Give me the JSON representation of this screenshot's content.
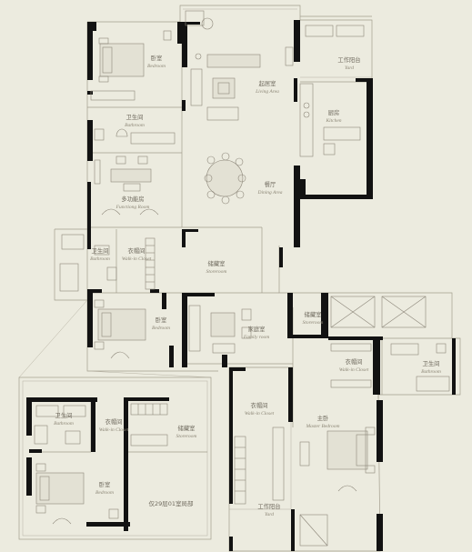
{
  "rooms": {
    "bedroom_nw": {
      "cn": "卧室",
      "en": "Bedroom"
    },
    "bathroom_nw": {
      "cn": "卫生间",
      "en": "Bathroom"
    },
    "living": {
      "cn": "起居室",
      "en": "Living Area"
    },
    "yard_ne": {
      "cn": "工作阳台",
      "en": "Yard"
    },
    "kitchen": {
      "cn": "厨房",
      "en": "Kitchen"
    },
    "dining": {
      "cn": "餐厅",
      "en": "Dining Area"
    },
    "function": {
      "cn": "多功能房",
      "en": "Functiong Room"
    },
    "bathroom_w": {
      "cn": "卫生间",
      "en": "Bathroom"
    },
    "walkin_w": {
      "cn": "衣帽间",
      "en": "Walk-in Closet"
    },
    "storeroom_c": {
      "cn": "储藏室",
      "en": "Storeroom"
    },
    "bedroom_w": {
      "cn": "卧室",
      "en": "Bedroom"
    },
    "family": {
      "cn": "家庭室",
      "en": "Family room"
    },
    "storeroom_e": {
      "cn": "储藏室",
      "en": "Storeroom"
    },
    "walkin_e": {
      "cn": "衣帽间",
      "en": "Walk-in Closet"
    },
    "bathroom_e": {
      "cn": "卫生间",
      "en": "Bathroom"
    },
    "walkin_c": {
      "cn": "衣帽间",
      "en": "Walk-in Closet"
    },
    "master": {
      "cn": "主卧",
      "en": "Master Bedroom"
    },
    "yard_s": {
      "cn": "工作阳台",
      "en": "Yard"
    },
    "inset_bathroom": {
      "cn": "卫生间",
      "en": "Bathroom"
    },
    "inset_walkin": {
      "cn": "衣帽间",
      "en": "Walk-in Closet"
    },
    "inset_storeroom": {
      "cn": "储藏室",
      "en": "Storeroom"
    },
    "inset_bedroom": {
      "cn": "卧室",
      "en": "Bedroom"
    }
  },
  "inset_note": "仅29层01室局部"
}
